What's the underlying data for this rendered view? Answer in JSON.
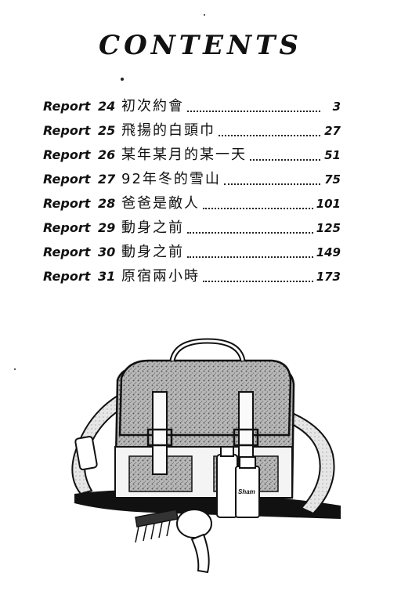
{
  "title": "CONTENTS",
  "entries": [
    {
      "report": "Report",
      "num": "24",
      "title": "初次約會",
      "page": "3"
    },
    {
      "report": "Report",
      "num": "25",
      "title": "飛揚的白頭巾",
      "page": "27"
    },
    {
      "report": "Report",
      "num": "26",
      "title": "某年某月的某一天",
      "page": "51"
    },
    {
      "report": "Report",
      "num": "27",
      "title": "92年冬的雪山",
      "page": "75"
    },
    {
      "report": "Report",
      "num": "28",
      "title": "爸爸是敵人",
      "page": "101"
    },
    {
      "report": "Report",
      "num": "29",
      "title": "動身之前",
      "page": "125"
    },
    {
      "report": "Report",
      "num": "30",
      "title": "動身之前",
      "page": "149"
    },
    {
      "report": "Report",
      "num": "31",
      "title": "原宿兩小時",
      "page": "173"
    }
  ],
  "illustration": {
    "bag_label": "Sham"
  },
  "colors": {
    "ink": "#111111",
    "paper": "#ffffff",
    "tone": "#9a9a9a"
  }
}
